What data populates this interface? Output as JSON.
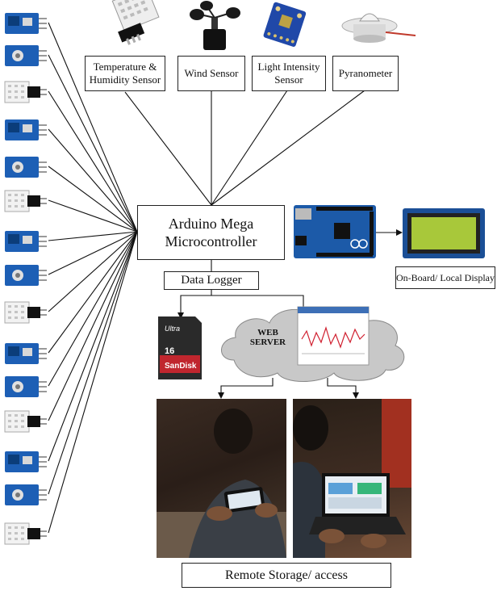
{
  "top_sensors": {
    "temp_humidity": "Temperature &\nHumidity Sensor",
    "wind": "Wind Sensor",
    "light": "Light Intensity\nSensor",
    "pyranometer": "Pyranometer"
  },
  "mcu": {
    "label": "Arduino Mega\nMicrocontroller"
  },
  "display": {
    "label": "On-Board/ Local Display"
  },
  "logger": {
    "label": "Data Logger"
  },
  "web_server": {
    "label": "WEB\nSERVER"
  },
  "sd_card": {
    "brand": "SanDisk",
    "line": "Ultra",
    "capacity": "16"
  },
  "remote": {
    "label": "Remote Storage/ access"
  },
  "colors": {
    "sensor_blue": "#1d5fb5",
    "board_blue": "#1c5aa8",
    "lcd_green": "#a8c83a",
    "cloud_gray": "#c8c8c8"
  }
}
